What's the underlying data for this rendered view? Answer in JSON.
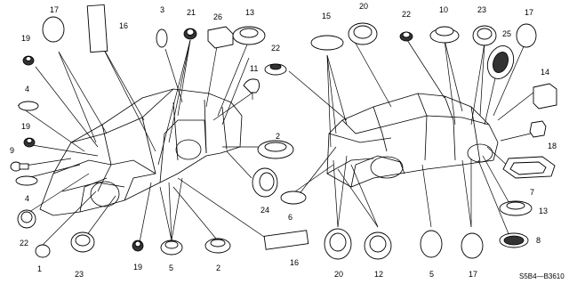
{
  "labels": {
    "l17a": "17",
    "l16a": "16",
    "l3": "3",
    "l21": "21",
    "l26": "26",
    "l13a": "13",
    "l19a": "19",
    "l4a": "4",
    "l19b": "19",
    "l9": "9",
    "l4b": "4",
    "l22a": "22",
    "l1": "1",
    "l23a": "23",
    "l19c": "19",
    "l5a": "5",
    "l2a": "2",
    "l11": "11",
    "l22b": "22",
    "l2b": "2",
    "l24": "24",
    "l6": "6",
    "l16b": "16",
    "l15": "15",
    "l20a": "20",
    "l22c": "22",
    "l10": "10",
    "l23b": "23",
    "l25": "25",
    "l17b": "17",
    "l14": "14",
    "l18": "18",
    "l7": "7",
    "l13b": "13",
    "l8": "8",
    "l20b": "20",
    "l12": "12",
    "l5b": "5",
    "l17c": "17"
  },
  "diagram_code": "S5B4—B3610"
}
